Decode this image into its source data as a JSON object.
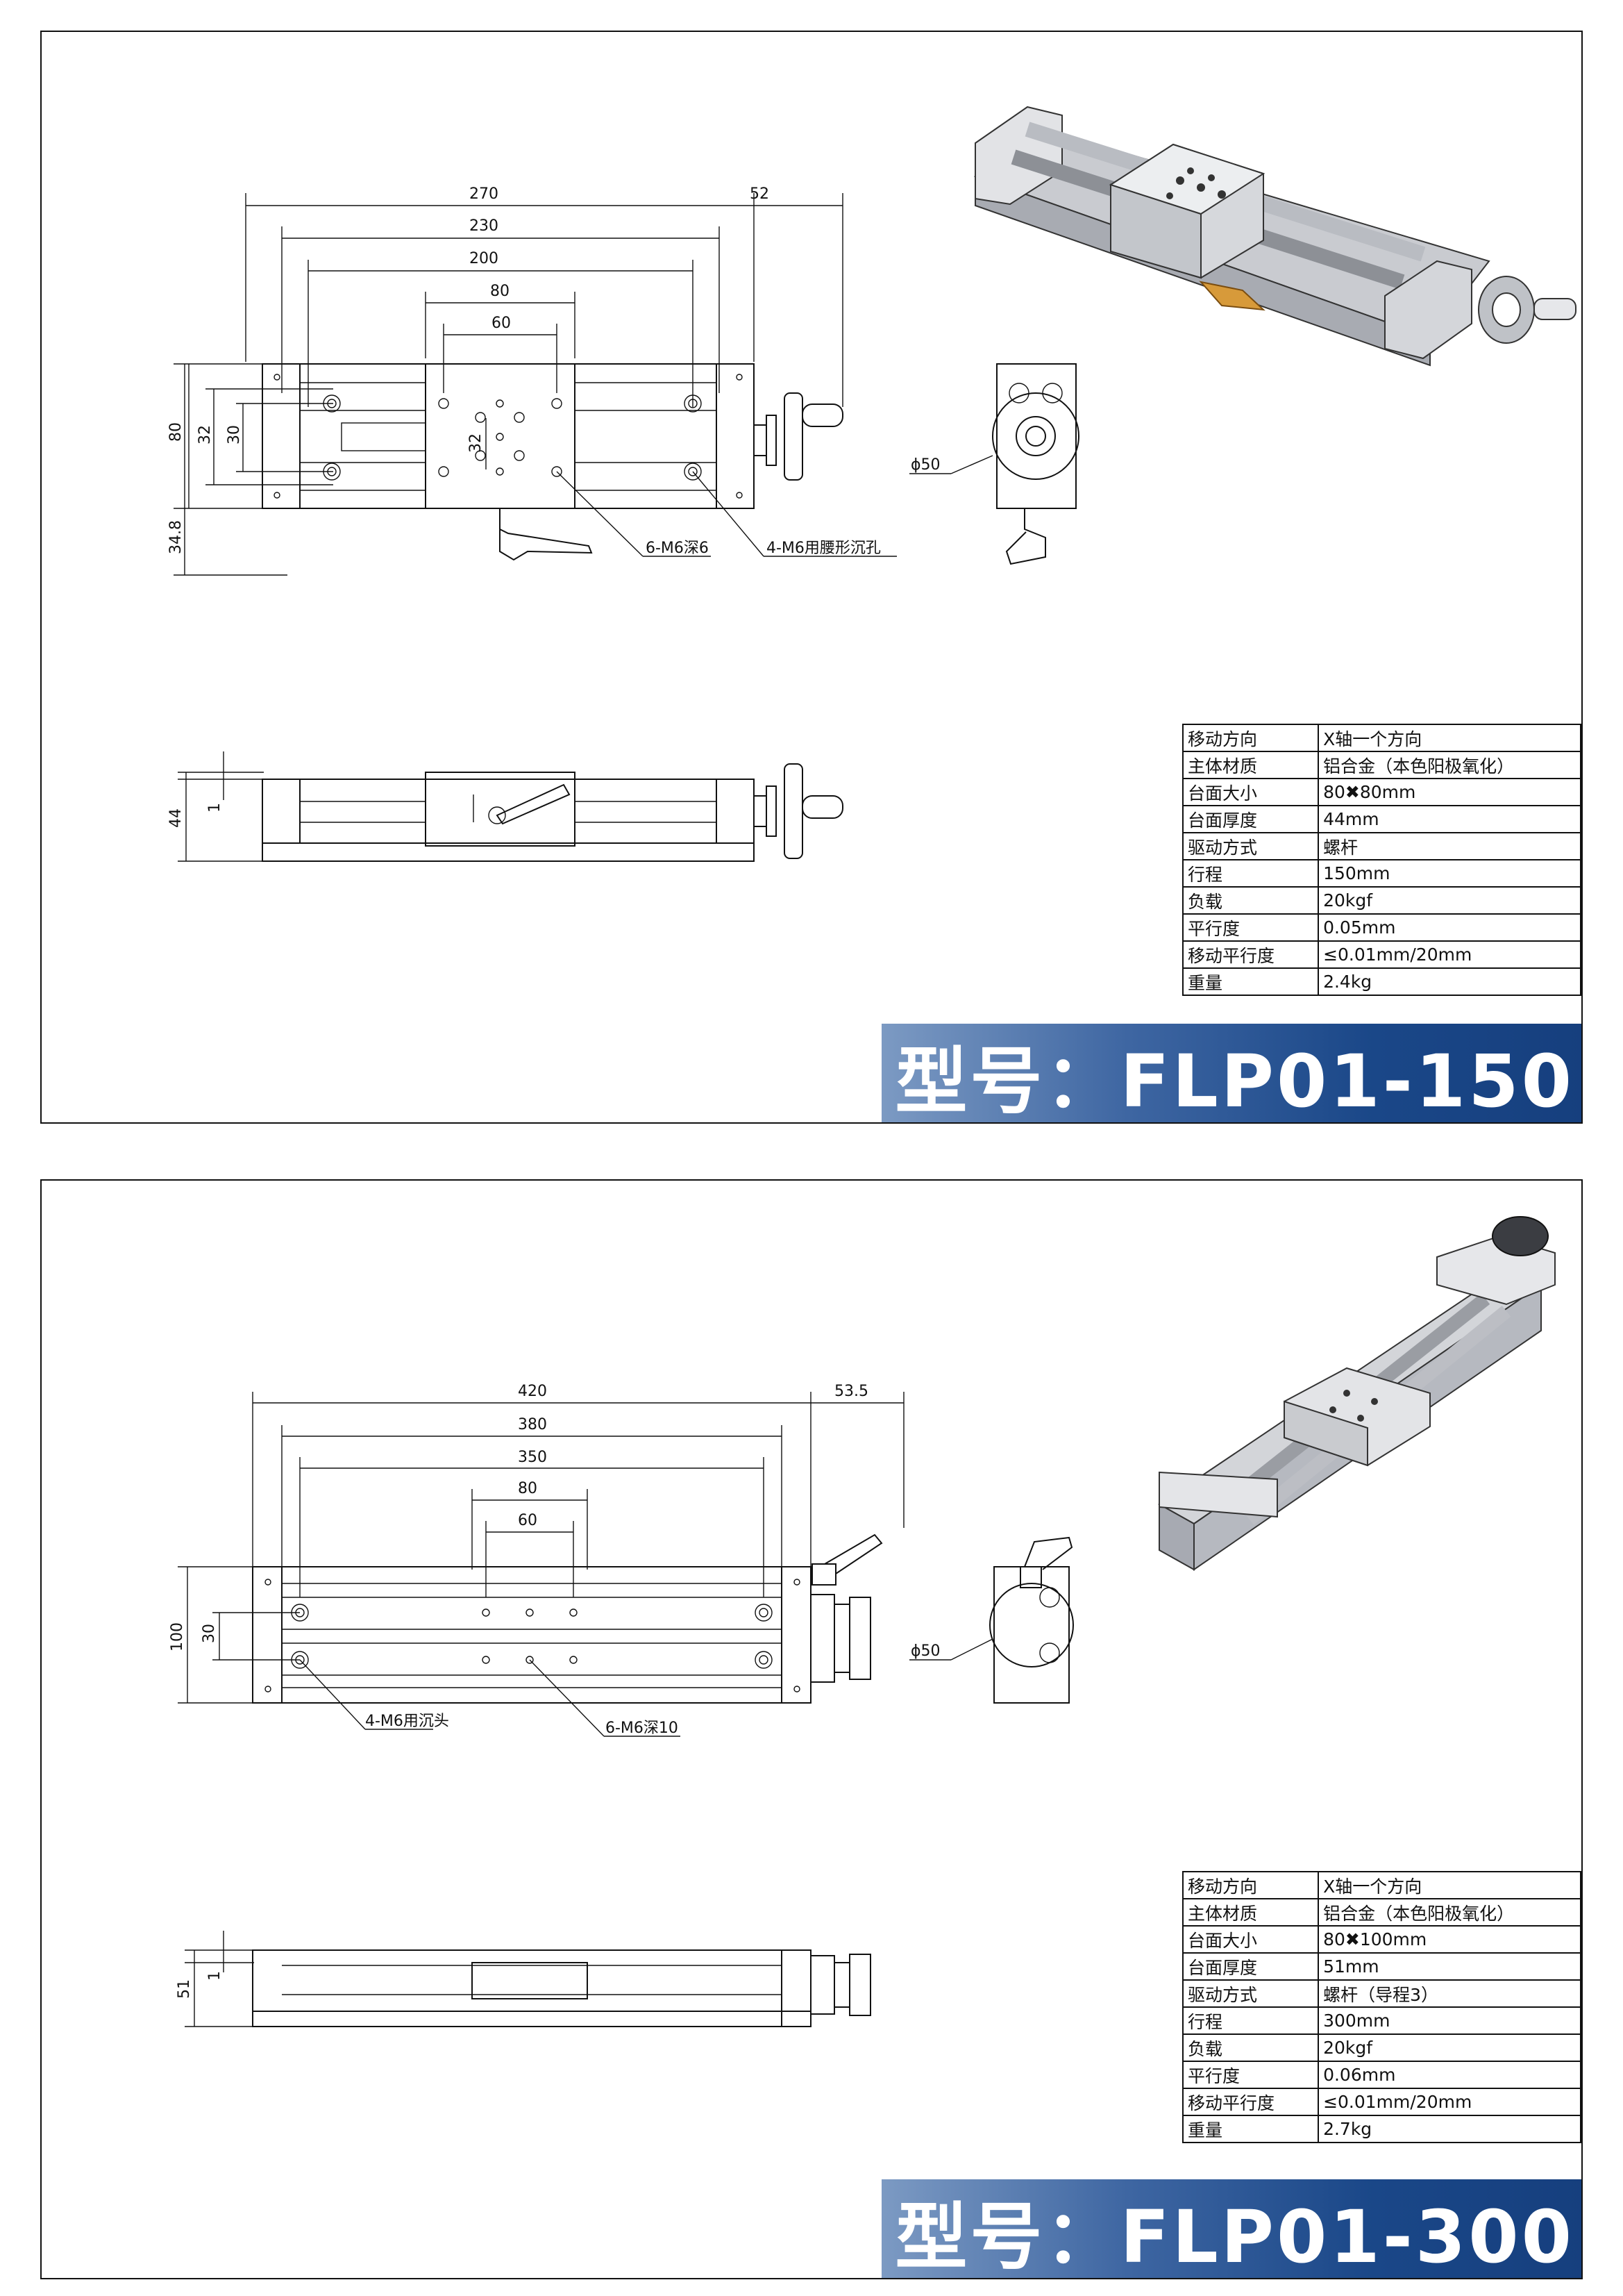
{
  "sheet1": {
    "dims": {
      "d270": "270",
      "d230": "230",
      "d200": "200",
      "d80": "80",
      "d60": "60",
      "d52": "52",
      "h80": "80",
      "h32": "32",
      "h30": "30",
      "hc32": "32",
      "h348": "34.8",
      "s44": "44",
      "s1": "1"
    },
    "labels": {
      "holes6": "6-M6深6",
      "holes4": "4-M6用腰形沉孔",
      "dia": "ϕ50"
    },
    "specs": [
      {
        "key": "移动方向",
        "value": "X轴一个方向"
      },
      {
        "key": "主体材质",
        "value": "铝合金（本色阳极氧化）"
      },
      {
        "key": "台面大小",
        "value": "80✖80mm"
      },
      {
        "key": "台面厚度",
        "value": "44mm"
      },
      {
        "key": "驱动方式",
        "value": "螺杆"
      },
      {
        "key": "行程",
        "value": "150mm"
      },
      {
        "key": "负载",
        "value": "20kgf"
      },
      {
        "key": "平行度",
        "value": "0.05mm"
      },
      {
        "key": "移动平行度",
        "value": "≤0.01mm/20mm"
      },
      {
        "key": "重量",
        "value": "2.4kg"
      }
    ],
    "model": "型号：FLP01-150"
  },
  "sheet2": {
    "dims": {
      "d420": "420",
      "d380": "380",
      "d350": "350",
      "d80": "80",
      "d60": "60",
      "d535": "53.5",
      "h100": "100",
      "h30": "30",
      "s51": "51",
      "s1": "1"
    },
    "labels": {
      "holes4": "4-M6用沉头",
      "holes6": "6-M6深10",
      "dia": "ϕ50"
    },
    "specs": [
      {
        "key": "移动方向",
        "value": "X轴一个方向"
      },
      {
        "key": "主体材质",
        "value": "铝合金（本色阳极氧化）"
      },
      {
        "key": "台面大小",
        "value": "80✖100mm"
      },
      {
        "key": "台面厚度",
        "value": "51mm"
      },
      {
        "key": "驱动方式",
        "value": "螺杆（导程3）"
      },
      {
        "key": "行程",
        "value": "300mm"
      },
      {
        "key": "负载",
        "value": "20kgf"
      },
      {
        "key": "平行度",
        "value": "0.06mm"
      },
      {
        "key": "移动平行度",
        "value": "≤0.01mm/20mm"
      },
      {
        "key": "重量",
        "value": "2.7kg"
      }
    ],
    "model": "型号：FLP01-300"
  },
  "colors": {
    "banner_dark": "#163f7e",
    "banner_light": "#7c9ac3",
    "handle": "#d79a3a"
  }
}
